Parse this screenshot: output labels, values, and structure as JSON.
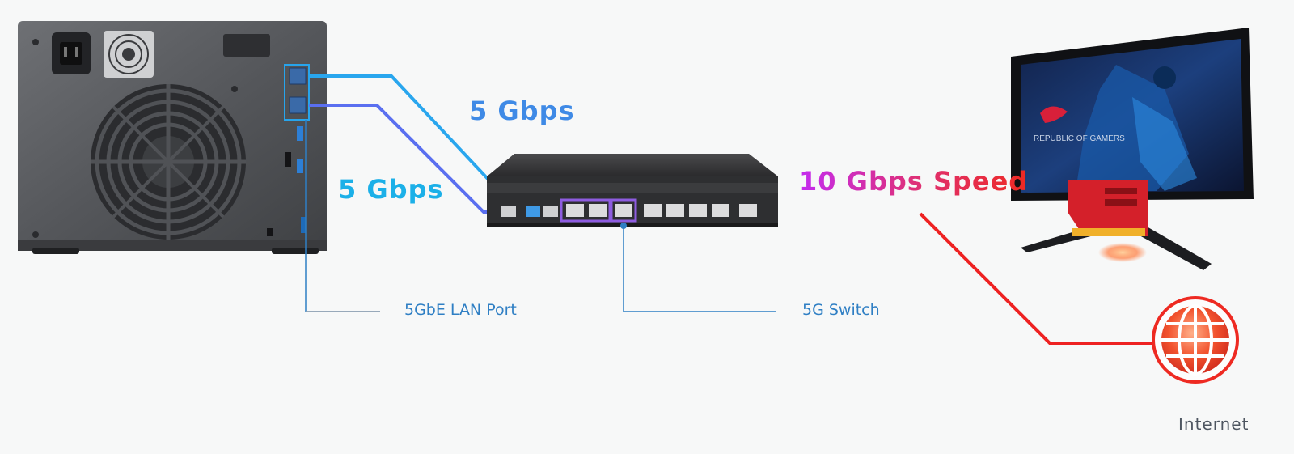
{
  "labels": {
    "speed_top": "5 Gbps",
    "speed_mid": "5 Gbps",
    "speed_fast": "10 Gbps Speed",
    "lan_port": "5GbE LAN Port",
    "switch": "5G Switch",
    "internet": "Internet"
  },
  "monitor": {
    "brand_text": "REPUBLIC OF GAMERS"
  },
  "colors": {
    "lan_link_top": "#29a6ee",
    "lan_link_mid": "#5a6ff0",
    "fast_link": "#d63ae8",
    "internet_link": "#ee2222",
    "callout": "#2f7fc4",
    "highlight_box": "#8e5ce0"
  },
  "icons": {
    "nas": "nas-device-icon",
    "switch": "network-switch-icon",
    "monitor": "gaming-monitor-icon",
    "internet": "globe-icon"
  }
}
